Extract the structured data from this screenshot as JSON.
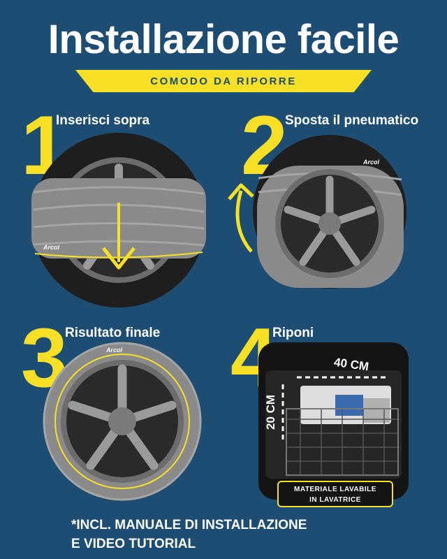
{
  "header": {
    "title": "Installazione facile",
    "subtitle": "COMODO DA RIPORRE"
  },
  "steps": [
    {
      "number": "1",
      "label": "Inserisci sopra"
    },
    {
      "number": "2",
      "label": "Sposta il pneumatico"
    },
    {
      "number": "3",
      "label": "Risultato finale"
    },
    {
      "number": "4",
      "label": "Riponi"
    }
  ],
  "storage": {
    "width_label": "40 CM",
    "height_label": "20 CM",
    "badge_line1": "MATERIALE LAVABILE",
    "badge_line2": "IN LAVATRICE"
  },
  "brand": "Arcol",
  "footnote": {
    "line1": "*INCL. MANUALE DI INSTALLAZIONE",
    "line2": "E VIDEO TUTORIAL"
  },
  "colors": {
    "background": "#1d4d72",
    "accent_yellow": "#f7e026",
    "text": "#ffffff",
    "tire": "#1e1e1e",
    "cover_grey": "#8a8a8a"
  },
  "icons": [
    "down-arrow-icon",
    "curved-up-arrow-icon"
  ]
}
